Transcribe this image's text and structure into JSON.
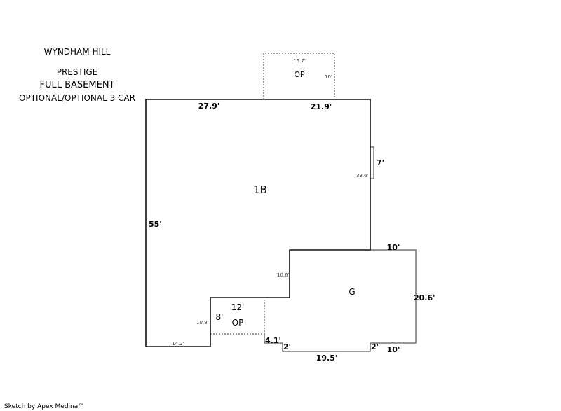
{
  "header": {
    "line1": "WYNDHAM HILL",
    "line2": "PRESTIGE",
    "line3": "FULL BASEMENT",
    "line4": "OPTIONAL/OPTIONAL 3 CAR"
  },
  "areas": {
    "main": {
      "label": "1B",
      "dims": {
        "top_left": "27.9'",
        "top_right": "21.9'",
        "left": "55'",
        "bump": "7'",
        "bump_small": "33.6'",
        "step": "10.6'",
        "bottom": "14.2'",
        "op_side": "10.8'"
      }
    },
    "top_porch": {
      "label": "OP",
      "width": "15.7'",
      "depth": "10'"
    },
    "front_porch": {
      "label": "OP",
      "width": "12'",
      "depth": "8'"
    },
    "garage": {
      "label": "G",
      "dims": {
        "top": "10'",
        "right": "20.6'",
        "bottom_right": "10'",
        "jog_right": "2'",
        "bottom": "19.5'",
        "jog_left": "2'",
        "left": "4.1'"
      }
    }
  },
  "colors": {
    "wall": "#000000",
    "garage": "#777777",
    "dotted": "#777777"
  },
  "footer": "Sketch by Apex Medina™"
}
